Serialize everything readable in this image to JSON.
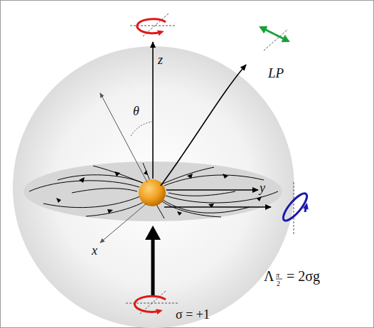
{
  "diagram": {
    "labels": [
      "z",
      "θ",
      "y",
      "x",
      "LP",
      "Λ",
      "π",
      "2",
      "= 2σg",
      "σ = +1"
    ]
  }
}
